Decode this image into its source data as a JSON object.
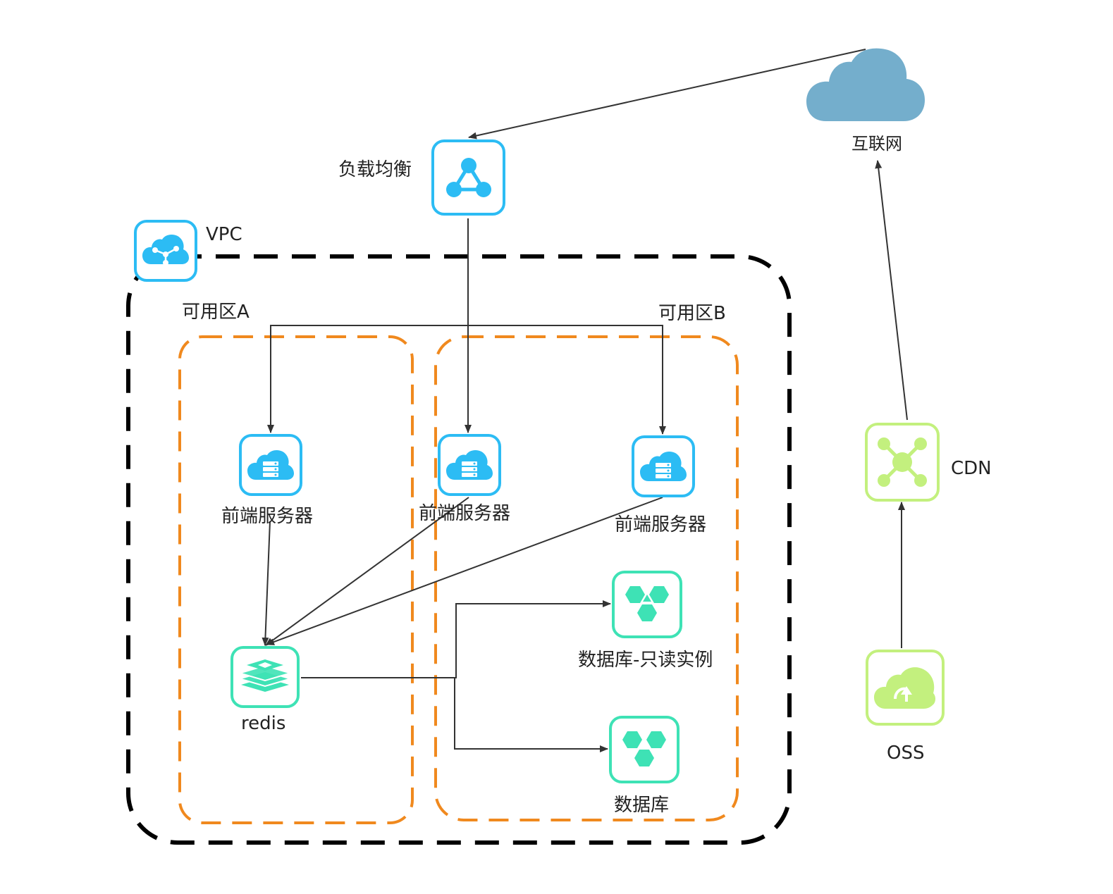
{
  "colors": {
    "vpc_border": "#000000",
    "zone_border": "#f0891e",
    "line": "#333333",
    "blue": "#2cbcf4",
    "teal": "#3ee2b5",
    "green": "#c3f07e",
    "cloud": "#74aecc"
  },
  "nodes": {
    "internet": {
      "label": "互联网",
      "icon": "cloud-icon"
    },
    "slb": {
      "label": "负载均衡",
      "icon": "load-balancer-icon"
    },
    "vpc": {
      "label": "VPC",
      "icon": "vpc-icon"
    },
    "zone_a": {
      "label": "可用区A"
    },
    "zone_b": {
      "label": "可用区B"
    },
    "frontend_1": {
      "label": "前端服务器",
      "icon": "server-cloud-icon"
    },
    "frontend_2": {
      "label": "前端服务器",
      "icon": "server-cloud-icon"
    },
    "frontend_3": {
      "label": "前端服务器",
      "icon": "server-cloud-icon"
    },
    "redis": {
      "label": "redis",
      "icon": "redis-icon"
    },
    "db_readonly": {
      "label": "数据库-只读实例",
      "icon": "database-icon"
    },
    "db": {
      "label": "数据库",
      "icon": "database-icon"
    },
    "cdn": {
      "label": "CDN",
      "icon": "cdn-icon"
    },
    "oss": {
      "label": "OSS",
      "icon": "oss-icon"
    }
  }
}
